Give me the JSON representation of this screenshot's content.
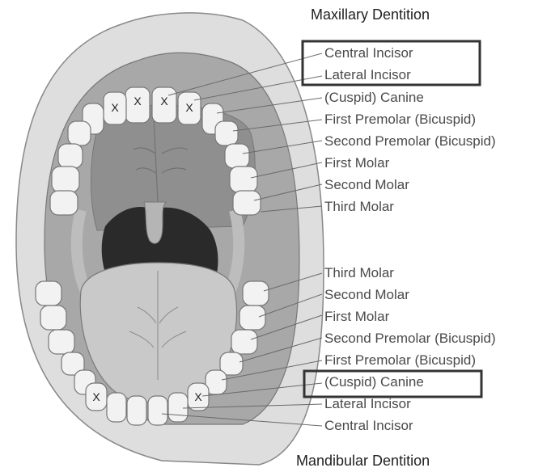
{
  "maxillary": {
    "title": "Maxillary Dentition",
    "labels": [
      "Central Incisor",
      "Lateral Incisor",
      "(Cuspid) Canine",
      "First Premolar (Bicuspid)",
      "Second Premolar (Bicuspid)",
      "First Molar",
      "Second Molar",
      "Third Molar"
    ]
  },
  "mandibular": {
    "title": "Mandibular Dentition",
    "labels": [
      "Third Molar",
      "Second Molar",
      "First Molar",
      "Second Premolar (Bicuspid)",
      "First Premolar (Bicuspid)",
      "(Cuspid) Canine",
      "Lateral Incisor",
      "Central Incisor"
    ]
  },
  "marks": {
    "upper_x": [
      "X",
      "X",
      "X",
      "X"
    ],
    "lower_x": [
      "X",
      "X"
    ]
  },
  "colors": {
    "lips": "#dedede",
    "gum": "#a8a8a8",
    "palate": "#8f8f8f",
    "throat": "#2a2a2a",
    "tongue": "#c9c9c9",
    "highlight_box": "#333333"
  }
}
